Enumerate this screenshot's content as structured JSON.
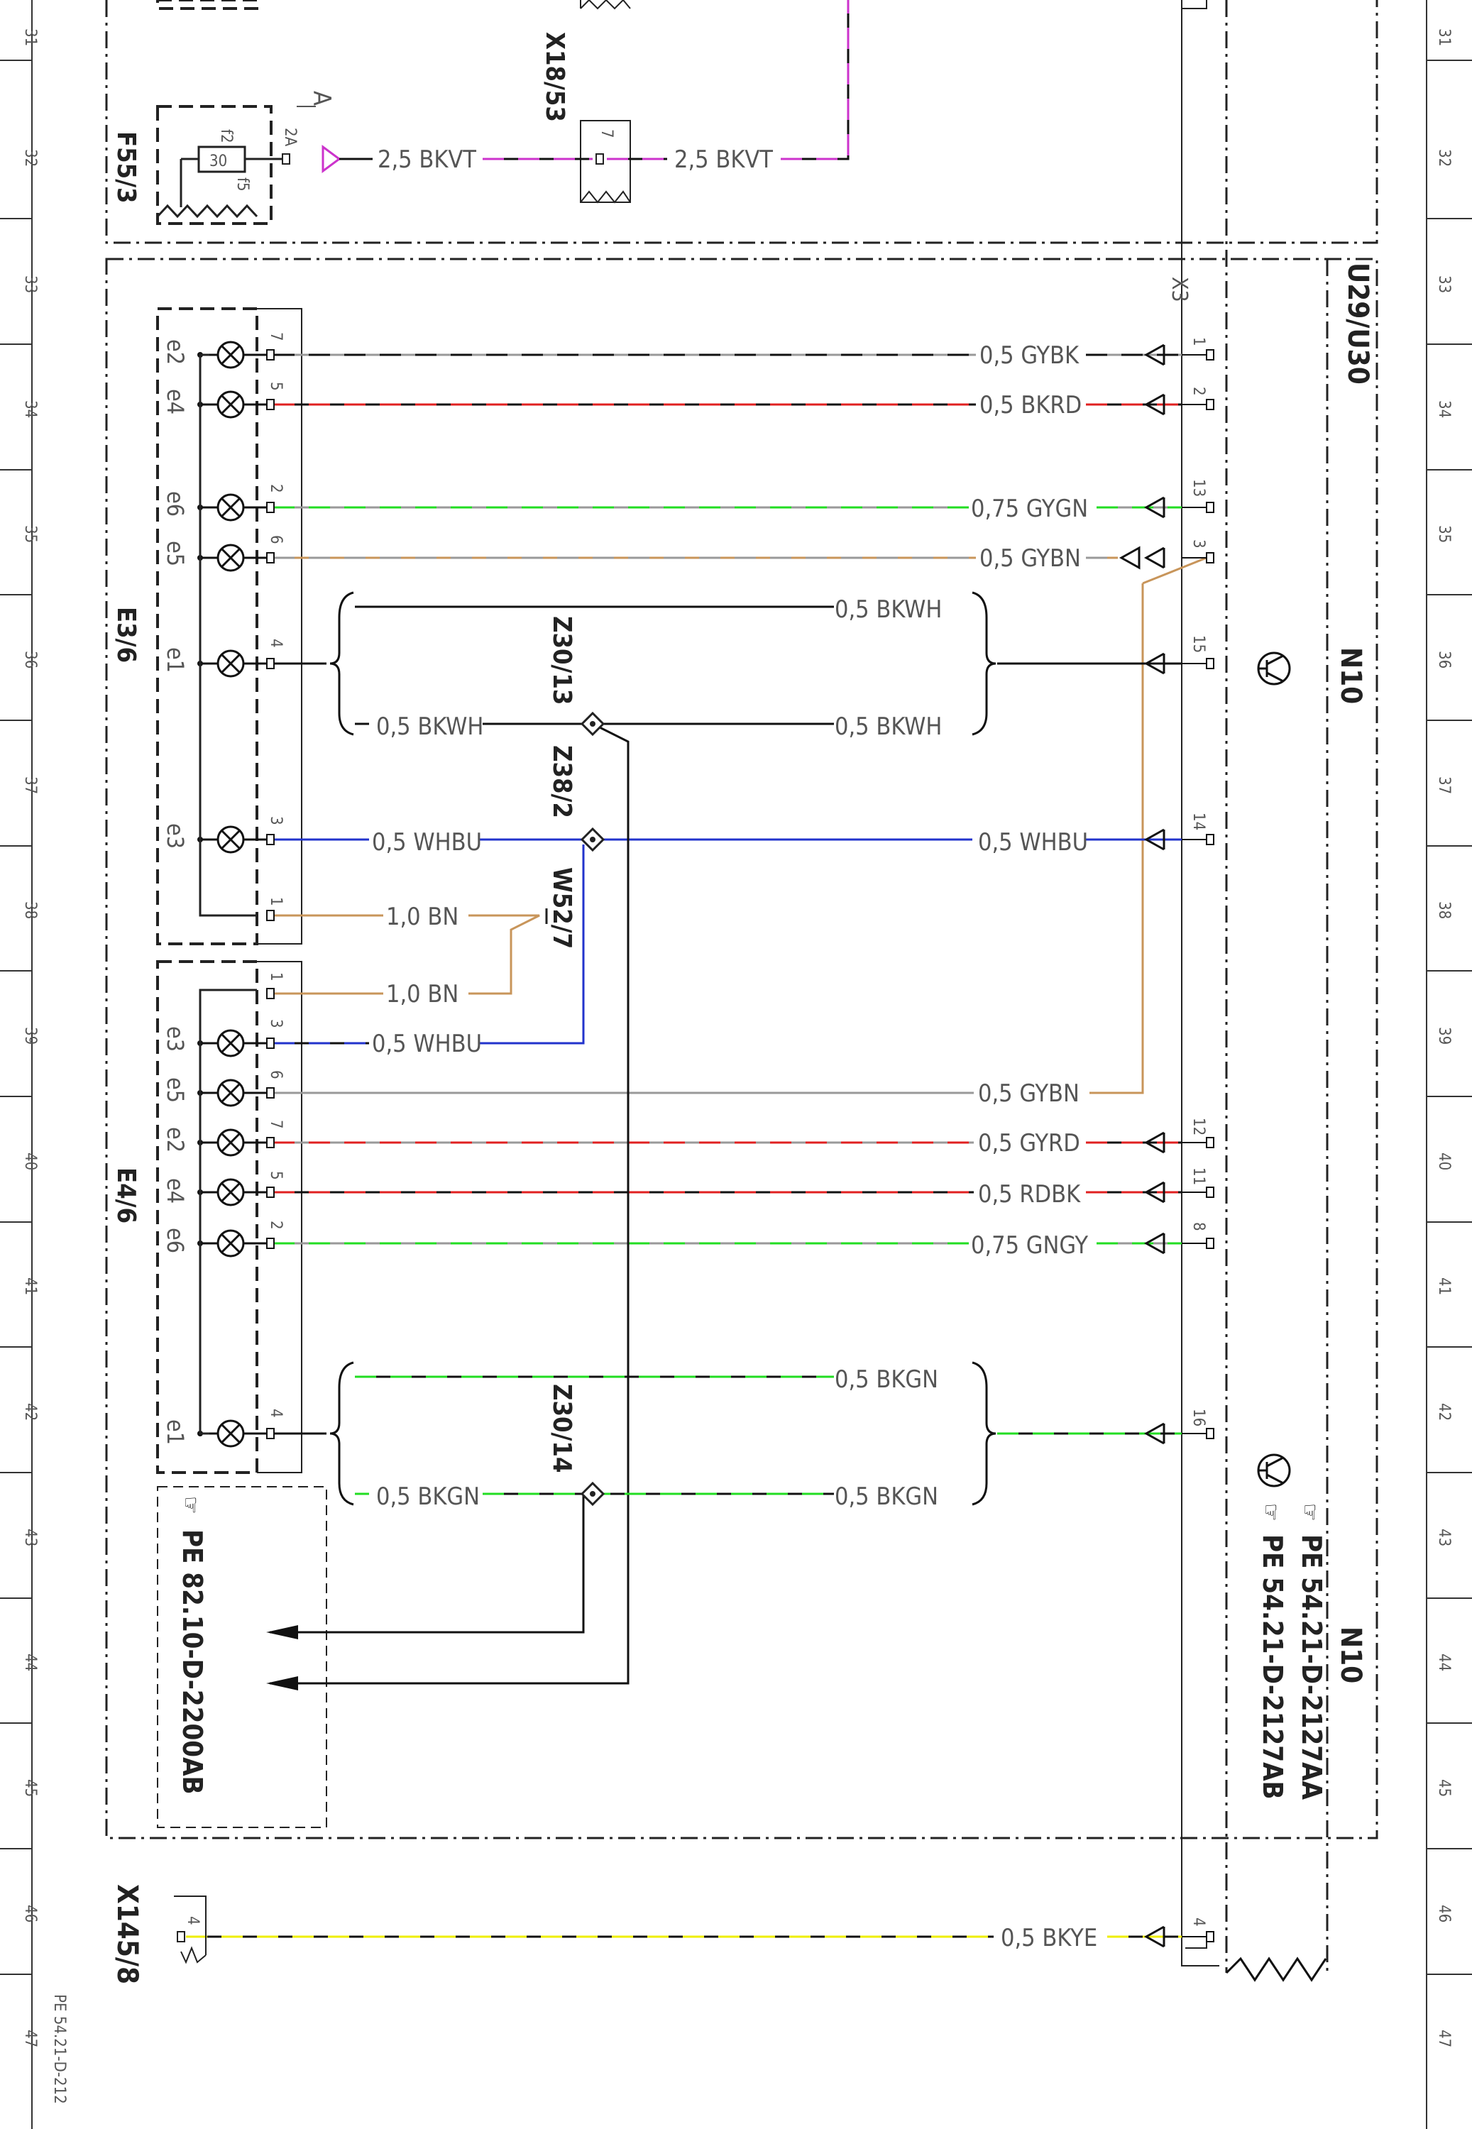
{
  "diagram": {
    "connectors": {
      "fuse": "F55/3",
      "fuse_value": "30",
      "fuse_pin_in": "f2",
      "fuse_pin_out": "f5",
      "fuse_pin_label": "2A",
      "fuse_ref": "A",
      "x18": "X18/53",
      "x18_pin": "7",
      "e36": "E3/6",
      "e46": "E4/6",
      "z3013": "Z30/13",
      "z382": "Z38/2",
      "w527": "W52/7",
      "z3014": "Z30/14",
      "x1458": "X145/8",
      "x1458_pin": "4",
      "u29": "U29/U30",
      "n10_top": "N10",
      "n10_bottom": "N10",
      "x3": "X3",
      "pe_left": "PE 82.10-D-2200AB",
      "pe_right_a": "PE 54.21-D-2127AA",
      "pe_right_b": "PE 54.21-D-2127AB",
      "page_ref": "PE 54.21-D-212"
    },
    "wires": {
      "fuse_out": "2,5 BKVT",
      "x18_out": "2,5 BKVT",
      "gybk": "0,5 GYBK",
      "bkrd": "0,5 BKRD",
      "gygn": "0,75 GYGN",
      "gybn_top": "0,5 GYBN",
      "bkwh_top": "0,5 BKWH",
      "bkwh_left": "0,5 BKWH",
      "bkwh_right": "0,5 BKWH",
      "whbu_left": "0,5 WHBU",
      "whbu_right": "0,5 WHBU",
      "bn1": "1,0 BN",
      "bn2": "1,0 BN",
      "whbu_low": "0,5 WHBU",
      "gybn_low": "0,5 GYBN",
      "gyrd": "0,5 GYRD",
      "rdbk": "0,5 RDBK",
      "gngy": "0,75 GNGY",
      "bkgn_top": "0,5 BKGN",
      "bkgn_left": "0,5 BKGN",
      "bkgn_right": "0,5 BKGN",
      "bkye": "0,5 BKYE"
    },
    "lamps_e36": [
      "e2",
      "e4",
      "e6",
      "e5",
      "e1",
      "e3"
    ],
    "lamps_e46": [
      "e3",
      "e5",
      "e2",
      "e4",
      "e6",
      "e1"
    ],
    "pins_e36": [
      "7",
      "5",
      "2",
      "6",
      "4",
      "3",
      "1"
    ],
    "pins_e46": [
      "1",
      "3",
      "6",
      "7",
      "5",
      "2",
      "4"
    ],
    "pins_x3": [
      "1",
      "2",
      "13",
      "3",
      "15",
      "14",
      "12",
      "11",
      "8",
      "16",
      "4"
    ],
    "grid_rows": [
      "31",
      "32",
      "33",
      "34",
      "35",
      "36",
      "37",
      "38",
      "39",
      "40",
      "41",
      "42",
      "43",
      "44",
      "45",
      "46",
      "47"
    ]
  },
  "colors": {
    "violet": "#cc33cc",
    "red": "#e02020",
    "green": "#22dd22",
    "grey": "#999999",
    "brown": "#c8955a",
    "blue": "#2233cc",
    "yellow": "#eeee00",
    "black": "#111111"
  }
}
